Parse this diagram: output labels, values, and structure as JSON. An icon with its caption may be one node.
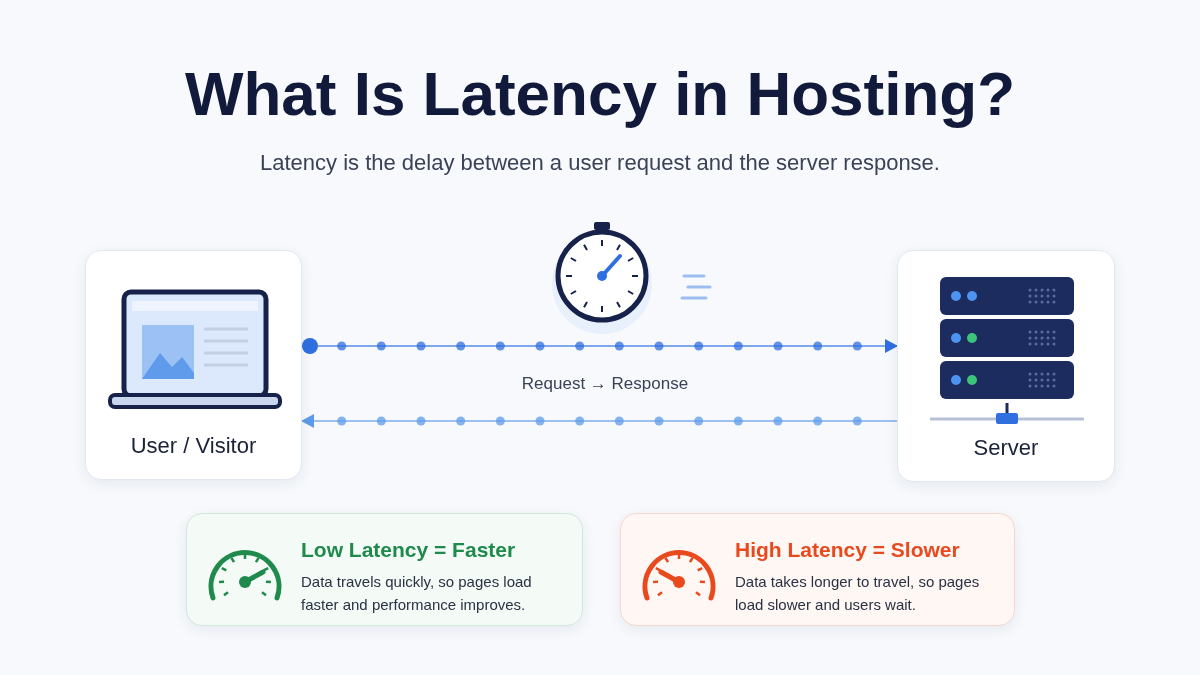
{
  "diagram": {
    "title": "What Is Latency in Hosting?",
    "caption": "Latency is the delay between a user request and the server response.",
    "nodes": [
      {
        "text": [
          "User / Visitor"
        ]
      },
      {
        "text": [
          "Server"
        ]
      },
      {
        "text": [
          "Low Latency = Faster",
          "Data travels quickly, so pages load faster and performance improves."
        ]
      },
      {
        "text": [
          "High Latency = Slower",
          "Data takes longer to travel, so pages load slower and users wait."
        ]
      }
    ],
    "edges": [
      {
        "from": 0,
        "to": 1,
        "arrow": "to"
      },
      {
        "from": 1,
        "to": 0,
        "arrow": "to"
      }
    ],
    "labels": [
      "Request → Response"
    ]
  }
}
